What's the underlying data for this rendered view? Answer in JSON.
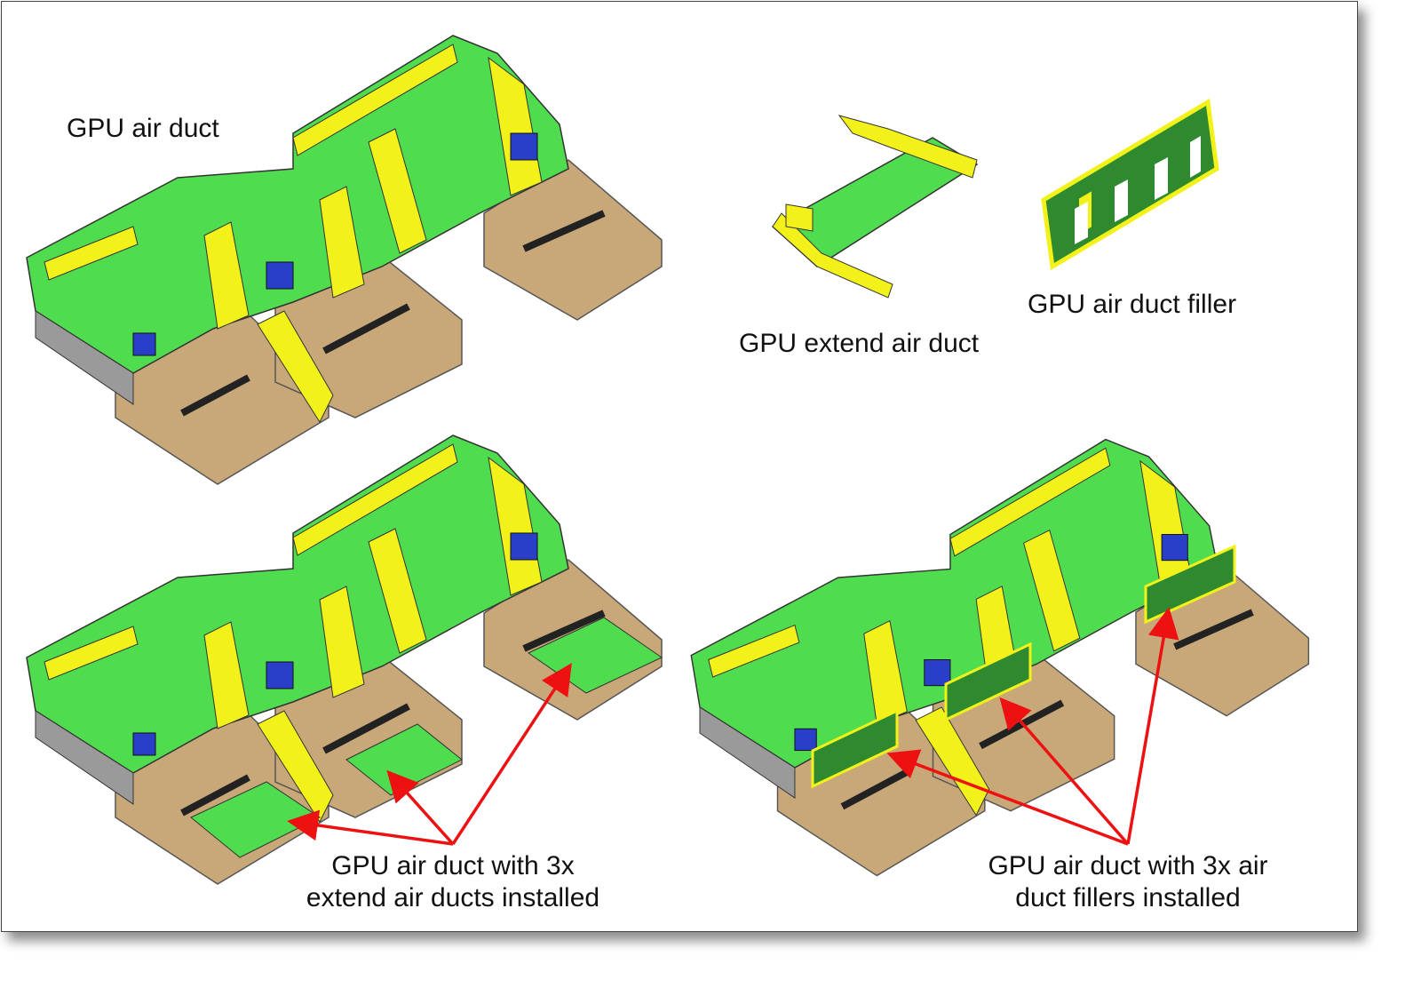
{
  "labels": {
    "gpu_air_duct": "GPU air duct",
    "gpu_extend_air_duct": "GPU extend air duct",
    "gpu_air_duct_filler": "GPU air duct filler",
    "with_extend_line1": "GPU air duct with 3x",
    "with_extend_line2": "extend air ducts installed",
    "with_filler_line1": "GPU air duct with 3x air",
    "with_filler_line2": "duct fillers installed"
  },
  "colors": {
    "duct_green": "#4fdc4f",
    "wall_yellow": "#f2f21a",
    "tray_tan": "#c8a878",
    "arrow_red": "#ee1111",
    "filler_dark_green": "#2f8a2f"
  }
}
